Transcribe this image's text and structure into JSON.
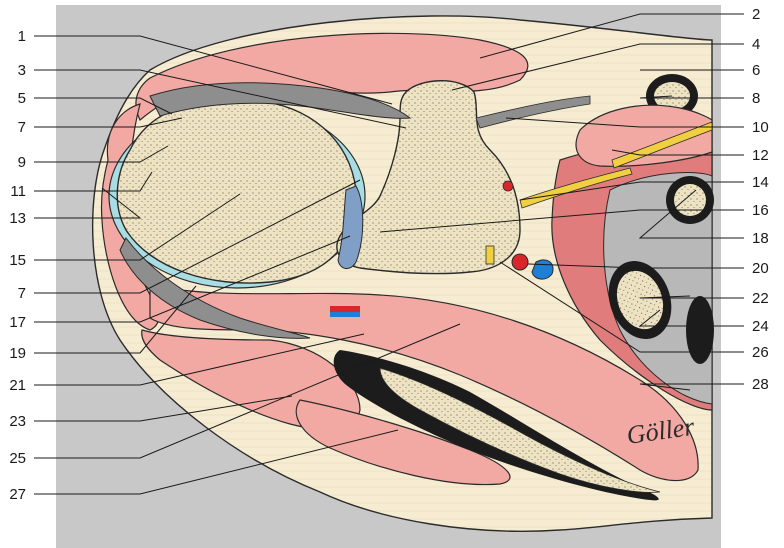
{
  "figure": {
    "labels_left": [
      "1",
      "3",
      "5",
      "7",
      "9",
      "11",
      "13",
      "15",
      "7",
      "17",
      "19",
      "21",
      "23",
      "25",
      "27"
    ],
    "labels_right": [
      "2",
      "4",
      "6",
      "8",
      "10",
      "12",
      "14",
      "16",
      "18",
      "20",
      "22",
      "24",
      "26",
      "28"
    ],
    "signature": "Göller",
    "colors": {
      "background_panel": "#c8c8c8",
      "fat": "#f6ecd2",
      "muscle": "#f2a9a3",
      "muscle_dark": "#e07c7c",
      "bone": "#ede3c2",
      "bone_stipple": "#2b2b2b",
      "cartilage": "#a8dde3",
      "ligament": "#8e8e8e",
      "artery": "#d9262b",
      "vein": "#1e7fd6",
      "nerve": "#f0d040",
      "lung": "#b8b8b8"
    }
  }
}
